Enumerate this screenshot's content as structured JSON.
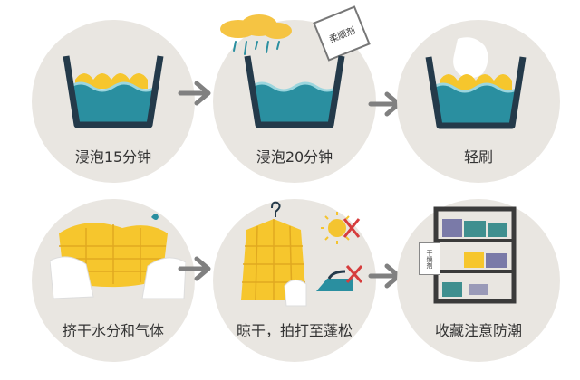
{
  "steps": [
    {
      "label": "浸泡15分钟",
      "tag_text": ""
    },
    {
      "label": "浸泡20分钟",
      "tag_text": "柔顺剂"
    },
    {
      "label": "轻刷",
      "tag_text": ""
    },
    {
      "label": "挤干水分和气体",
      "tag_text": ""
    },
    {
      "label": "晾干，拍打至蓬松",
      "tag_text": ""
    },
    {
      "label": "收藏注意防潮",
      "tag_text": "干燥剂"
    }
  ],
  "colors": {
    "circle_bg": "#e9e6e1",
    "bucket_outline": "#243a4a",
    "water": "#2a8fa0",
    "water_light": "#9cd6de",
    "jacket_yellow": "#f6c62d",
    "cloud_yellow": "#f5c443",
    "arrow_gray": "#808080",
    "cross_red": "#d63d3d",
    "sun_yellow": "#f4c430"
  },
  "icons": [
    "bucket-icon",
    "arrow-right-icon",
    "cloud-rain-icon",
    "softener-pack-icon",
    "brush-icon",
    "jacket-icon",
    "hanger-icon",
    "sun-icon",
    "iron-icon",
    "cross-icon",
    "shelf-icon",
    "desiccant-pack-icon"
  ]
}
